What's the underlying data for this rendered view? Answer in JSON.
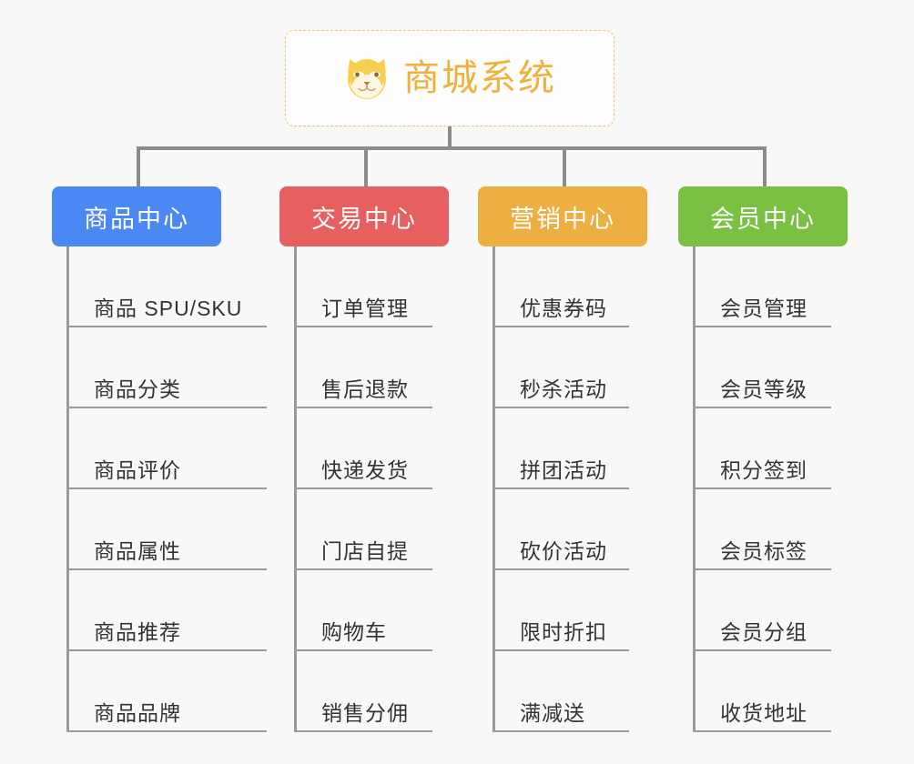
{
  "root": {
    "title": "商城系统",
    "logo_icon": "shiba-dog-face-icon",
    "border_color": "#f0c368",
    "title_color": "#efb13c"
  },
  "connector_color": "#8c8c8c",
  "background_color": "#f8f8f8",
  "columns": [
    {
      "id": "product-center",
      "label": "商品中心",
      "color": "#4a89f3",
      "items": [
        {
          "label": "商品 SPU/SKU"
        },
        {
          "label": "商品分类"
        },
        {
          "label": "商品评价"
        },
        {
          "label": "商品属性"
        },
        {
          "label": "商品推荐"
        },
        {
          "label": "商品品牌"
        }
      ]
    },
    {
      "id": "trade-center",
      "label": "交易中心",
      "color": "#e85f5f",
      "items": [
        {
          "label": "订单管理"
        },
        {
          "label": "售后退款"
        },
        {
          "label": "快递发货"
        },
        {
          "label": "门店自提"
        },
        {
          "label": "购物车"
        },
        {
          "label": "销售分佣"
        }
      ]
    },
    {
      "id": "marketing-center",
      "label": "营销中心",
      "color": "#eeaf42",
      "items": [
        {
          "label": "优惠券码"
        },
        {
          "label": "秒杀活动"
        },
        {
          "label": "拼团活动"
        },
        {
          "label": "砍价活动"
        },
        {
          "label": "限时折扣"
        },
        {
          "label": "满减送"
        }
      ]
    },
    {
      "id": "member-center",
      "label": "会员中心",
      "color": "#79c043",
      "items": [
        {
          "label": "会员管理"
        },
        {
          "label": "会员等级"
        },
        {
          "label": "积分签到"
        },
        {
          "label": "会员标签"
        },
        {
          "label": "会员分组"
        },
        {
          "label": "收货地址"
        }
      ]
    }
  ]
}
